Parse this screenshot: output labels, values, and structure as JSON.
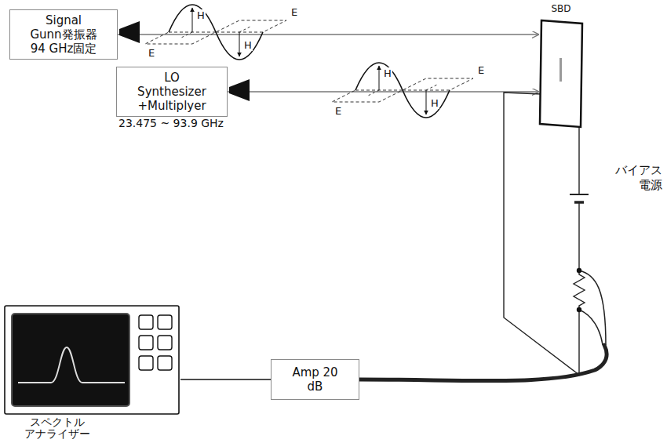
{
  "diagram": {
    "nodes": [
      {
        "text": [
          "Signal Gunn発振器 94 GHz固定"
        ]
      },
      {
        "text": [
          "LO Synthesizer +Multiplyer"
        ]
      },
      {
        "text": [
          "SBD"
        ]
      },
      {
        "text": [
          "Amp 20 dB"
        ]
      },
      {
        "text": [
          "スペクトル アナライザー"
        ]
      }
    ],
    "edges": [
      {
        "from": 0,
        "to": 2,
        "arrow": "to"
      },
      {
        "from": 1,
        "to": 2,
        "arrow": "to"
      },
      {
        "from": 3,
        "to": 4,
        "arrow": "none"
      }
    ],
    "labels": [
      "H",
      "E",
      "E",
      "H",
      "23.475 ~ 93.9 GHz",
      "H",
      "E",
      "E",
      "H",
      "バイアス 電源"
    ]
  }
}
